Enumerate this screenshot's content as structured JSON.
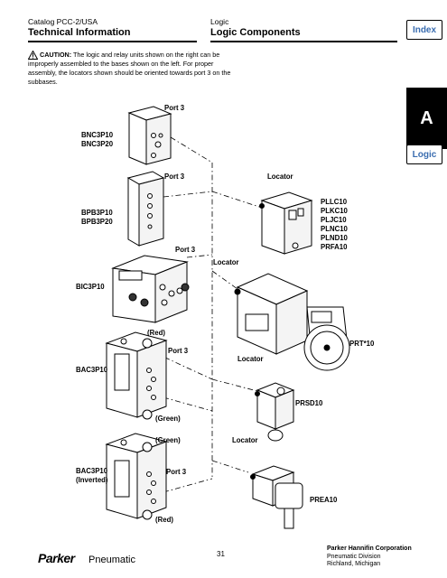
{
  "header": {
    "catalog": "Catalog PCC-2/USA",
    "section_left": "Technical Information",
    "category": "Logic",
    "section_right": "Logic Components",
    "index_label": "Index"
  },
  "side_tab": {
    "letter": "A",
    "label": "Logic"
  },
  "caution": {
    "prefix": "CAUTION:",
    "text": "The logic and relay units shown on the right can be improperly assembled to the bases shown on the left. For proper assembly, the locators shown should be oriented towards port 3 on the subbases."
  },
  "labels": {
    "port3": "Port 3",
    "locator": "Locator",
    "red": "(Red)",
    "green": "(Green)",
    "bnc": "BNC3P10\nBNC3P20",
    "bpb": "BPB3P10\nBPB3P20",
    "bic": "BIC3P10",
    "bac": "BAC3P10",
    "bac_inv": "BAC3P10\n(Inverted)",
    "pllc": "PLLC10\nPLKC10\nPLJC10\nPLNC10\nPLND10\nPRFA10",
    "prt": "PRT*10",
    "prsd": "PRSD10",
    "prea": "PREA10"
  },
  "footer": {
    "brand": "Parker",
    "division_word": "Pneumatic",
    "page": "31",
    "corp_name": "Parker Hannifin Corporation",
    "corp_div": "Pneumatic Division",
    "corp_city": "Richland, Michigan"
  }
}
